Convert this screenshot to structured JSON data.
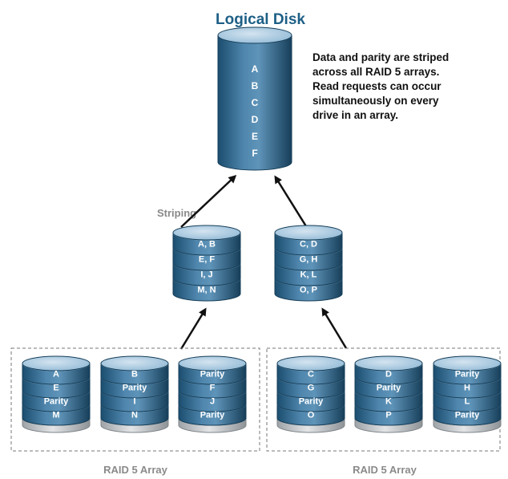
{
  "diagram": {
    "title": "Logical Disk",
    "note_lines": [
      "Data and parity are striped",
      "across all RAID 5 arrays.",
      "Read requests can occur",
      "simultaneously on every",
      "drive in an array."
    ],
    "striping_label": "Striping",
    "logical_disk_letters": [
      "A",
      "B",
      "C",
      "D",
      "E",
      "F"
    ],
    "stripe_sets": [
      {
        "rows": [
          "A, B",
          "E, F",
          "I, J",
          "M, N"
        ]
      },
      {
        "rows": [
          "C, D",
          "G, H",
          "K, L",
          "O, P"
        ]
      }
    ],
    "arrays": [
      {
        "label": "RAID 5 Array",
        "drives": [
          {
            "rows": [
              "A",
              "E",
              "Parity",
              "M"
            ]
          },
          {
            "rows": [
              "B",
              "Parity",
              "I",
              "N"
            ]
          },
          {
            "rows": [
              "Parity",
              "F",
              "J",
              "Parity"
            ]
          }
        ]
      },
      {
        "label": "RAID 5 Array",
        "drives": [
          {
            "rows": [
              "C",
              "G",
              "Parity",
              "O"
            ]
          },
          {
            "rows": [
              "D",
              "Parity",
              "K",
              "P"
            ]
          },
          {
            "rows": [
              "Parity",
              "H",
              "L",
              "Parity"
            ]
          }
        ]
      }
    ],
    "colors": {
      "title": "#1d5f86",
      "cylinder_dark": "#1b4d6e",
      "cylinder_mid": "#4f86ad",
      "cylinder_light": "#8fb8d5",
      "cylinder_top": "#b9d3e6",
      "drive_base": "#c9ccce",
      "caption_gray": "#8a8a8a",
      "arrow": "#111111"
    }
  }
}
